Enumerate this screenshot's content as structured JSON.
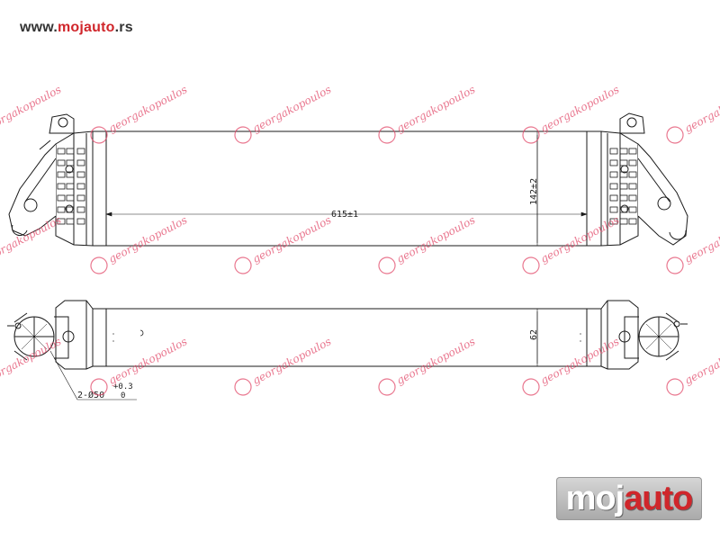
{
  "site": {
    "prefix": "www.",
    "accent": "mojauto",
    "suffix": ".rs"
  },
  "dimensions": {
    "length": "615±1",
    "height": "142±2",
    "depth": "62",
    "pipe": "2-Ø50",
    "tol_upper": "+0.3",
    "tol_lower": "0"
  },
  "watermark": {
    "text": "georgakopoulos"
  },
  "logo": {
    "part1": "moj",
    "part2": "auto"
  },
  "colors": {
    "accent": "#d0262b",
    "line": "#1a1a1a",
    "watermark": "#e24a6a"
  }
}
